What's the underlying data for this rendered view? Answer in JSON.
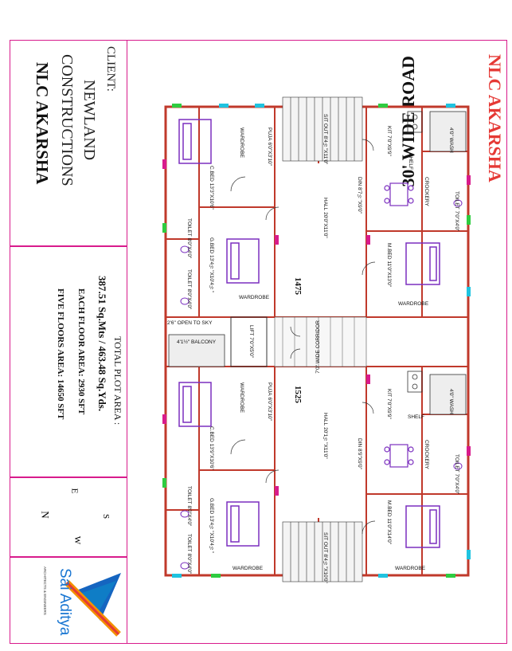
{
  "title_block": {
    "client_label": "CLIENT:",
    "client_name": [
      "NEWLAND",
      "CONSTRUCTIONS",
      "NLC AKARSHA"
    ],
    "plot_area_label": "TOTAL PLOT AREA :",
    "plot_area_value": "387.51 Sq.Mts / 463.48 Sq.Yds.",
    "each_floor": "EACH FLOOR AREA: 2930 SFT",
    "five_floors": "FIVE FLOORS AREA: 14650 SFT",
    "compass": {
      "n": "N",
      "s": "S",
      "e": "E",
      "w": "W"
    },
    "logo_name": "Sai Aditya",
    "logo_subtext": "ARCHITECTS & ENGINEERS"
  },
  "plan": {
    "project_title": "NLC AKARSHA",
    "road": "30' WIDE ROAD",
    "unit_numbers": [
      "1475",
      "1525"
    ],
    "corridor": "7'0\" WIDE CORRIDOR",
    "open_to_sky": "2'6\" OPEN TO SKY",
    "balcony": "4'1½\" BALCONY",
    "lift": {
      "name": "LIFT",
      "size": "7'0\"X5'0\""
    },
    "unit_top": {
      "sitout": {
        "name": "SIT OUT",
        "size": "8'4½\"X11'0\""
      },
      "kit": {
        "name": "KIT",
        "size": "7'0\"X9'9\""
      },
      "wash": "4'0\" WASH",
      "shelf": "SHELF",
      "crockery": "CROCKERY",
      "toilet_wash": {
        "name": "TOILET",
        "size": "7'0\"X4'0\""
      },
      "din": {
        "name": "DIN",
        "size": "8'7½\"X9'0\""
      },
      "hall": {
        "name": "HALL",
        "size": "20'0\"X11'0\""
      },
      "pooja": {
        "name": "PUJA",
        "size": "6'0\"X3'10\""
      },
      "wardrobe_a": "WARDROBE",
      "cbed": {
        "name": "C.BED",
        "size": "13'3\"X10'6\""
      },
      "gbed": {
        "name": "G.BED",
        "size": "13'4½\"X10'4½\""
      },
      "mbed": {
        "name": "M.BED",
        "size": "11'0\"X13'0\""
      },
      "toilet_a": {
        "name": "TOILET",
        "size": "8'0\"X4'0\""
      },
      "toilet_b": {
        "name": "TOILET",
        "size": "8'0\"X4'0\""
      },
      "wardrobe_b": "WARDROBE",
      "wardrobe_c": "WARDROBE"
    },
    "unit_bottom": {
      "kit": {
        "name": "KIT",
        "size": "7'0\"X9'9\""
      },
      "wash": "4'0\" WASH",
      "shelf": "SHELF",
      "crockery": "CROCKERY",
      "toilet_wash": {
        "name": "TOILET",
        "size": "7'0\"X4'0\""
      },
      "din": {
        "name": "DIN",
        "size": "8'9\"X9'0\""
      },
      "hall": {
        "name": "HALL",
        "size": "20'1½\"X11'0\""
      },
      "pooja": {
        "name": "PUJA",
        "size": "6'0\"X3'10\""
      },
      "wardrobe_a": "WARDROBE",
      "cbed": {
        "name": "C.BED",
        "size": "13'9\"X10'6\""
      },
      "gbed": {
        "name": "G.BED",
        "size": "13'4½\"X10'4½\""
      },
      "mbed": {
        "name": "M.BED",
        "size": "11'0\"X14'0\""
      },
      "toilet_a": {
        "name": "TOILET",
        "size": "8'0\"X4'0\""
      },
      "toilet_b": {
        "name": "TOILET",
        "size": "8'0\"X4'0\""
      },
      "sitout": {
        "name": "SIT OUT",
        "size": "8'4½\"X10'0\""
      },
      "wardrobe_b": "WARDROBE",
      "wardrobe_c": "WARDROBE"
    }
  },
  "colors": {
    "border": "#d81b8c",
    "wall": "#c0392b",
    "furniture": "#7b2fbf",
    "title_red": "#e53935",
    "green": "#2ecc40",
    "cyan": "#1fc3e0"
  }
}
